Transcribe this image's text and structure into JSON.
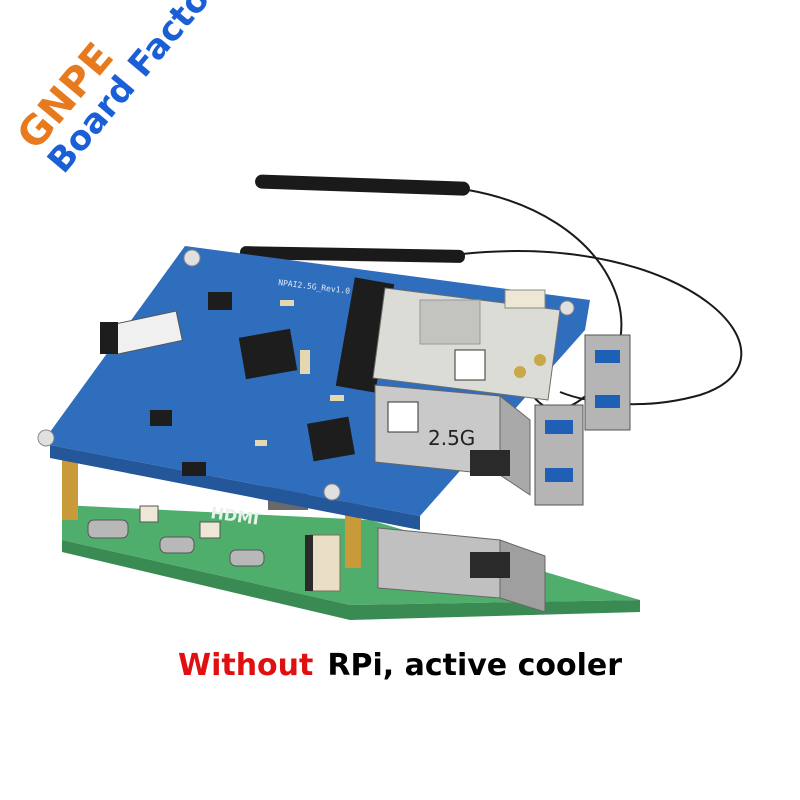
{
  "watermark": {
    "brand": "GNPE",
    "subtitle": "Board Factory",
    "brand_color": "#e87a1e",
    "subtitle_color": "#1a5fd6"
  },
  "board": {
    "silkscreen": "NPAI2.5G_Rev1.0",
    "nic_label": "2.5G",
    "hdmi_label": "HDMI"
  },
  "caption": {
    "negation": "Without",
    "rest": "RPi, active cooler",
    "negation_color": "#e01010",
    "rest_color": "#000000"
  },
  "colors": {
    "hat_pcb": "#2f6dbd",
    "rpi_pcb": "#4fae6b",
    "rj45_metal": "#c9c9c9",
    "usb_blue": "#1f5fb5"
  }
}
